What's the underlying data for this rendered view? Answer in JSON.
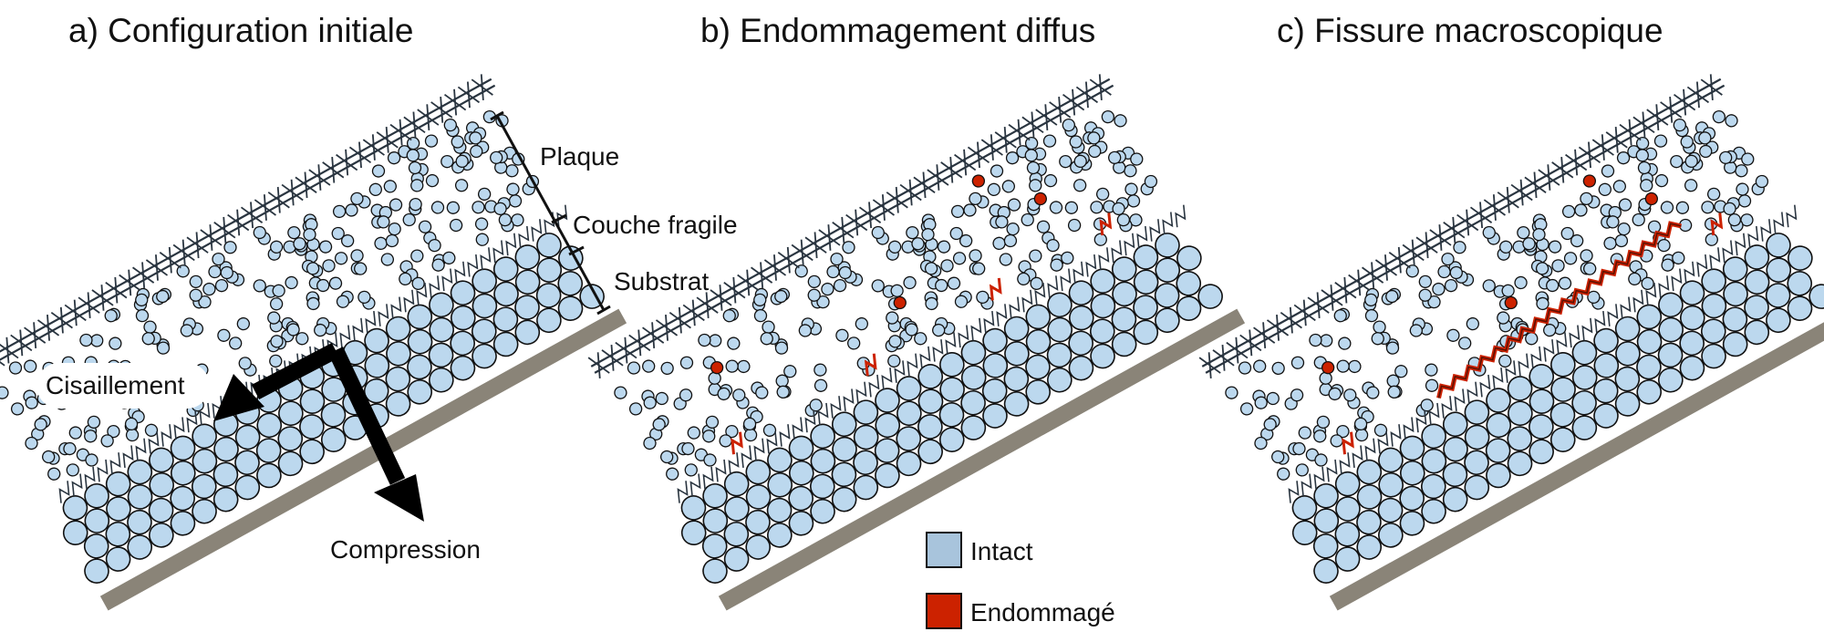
{
  "panels": [
    {
      "title": "a) Configuration initiale",
      "stage": "initial"
    },
    {
      "title": "b) Endommagement diffus",
      "stage": "diffuse"
    },
    {
      "title": "c) Fissure macroscopique",
      "stage": "crack"
    }
  ],
  "layers": {
    "plaque": "Plaque",
    "couche_fragile": "Couche fragile",
    "substrat": "Substrat"
  },
  "forces": {
    "shear": "Cisaillement",
    "compression": "Compression"
  },
  "legend": [
    {
      "label": "Intact",
      "color": "#a8c4dc"
    },
    {
      "label": "Endommagé",
      "color": "#cc2200"
    }
  ],
  "colors": {
    "intact_particle": "#bcd8ee",
    "damaged": "#cc2200",
    "lattice": "#2a3540",
    "base": "#8a8478",
    "outline": "#111111"
  }
}
